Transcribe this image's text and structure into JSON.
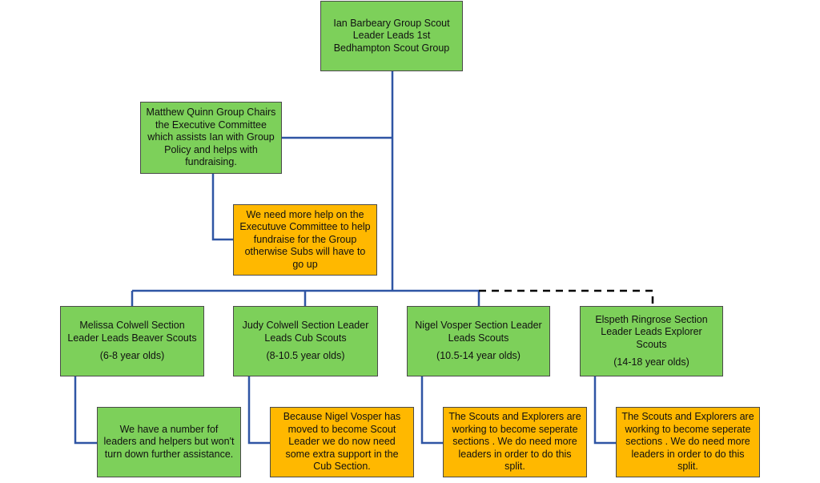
{
  "colors": {
    "leader_box": "#7dd05a",
    "note_box": "#ffb800",
    "connector": "#2f55a4",
    "dashed_connector": "#000000"
  },
  "top": {
    "text": "Ian Barbeary Group Scout Leader Leads 1st Bedhampton Scout Group"
  },
  "chair": {
    "text": "Matthew Quinn Group Chairs the Executive Committee which assists Ian with Group Policy and helps with fundraising."
  },
  "chair_note": {
    "text": "We need more help on the Executuve Committee to help fundraise for the Group otherwise Subs will have to go up"
  },
  "sections": [
    {
      "leader": "Melissa Colwell Section Leader Leads  Beaver Scouts",
      "ages": "(6-8 year olds)",
      "note": "We have a number fof leaders and helpers but won't turn down further assistance."
    },
    {
      "leader": "Judy Colwell Section Leader Leads Cub Scouts",
      "ages": "(8-10.5 year olds)",
      "note": "Because Nigel Vosper has moved to become Scout Leader we do now need some extra support in the Cub Section."
    },
    {
      "leader": "Nigel Vosper Section Leader Leads Scouts",
      "ages": "(10.5-14 year olds)",
      "note": "The Scouts and Explorers are working to become seperate sections .  We do need more leaders in order to do this split."
    },
    {
      "leader": "Elspeth Ringrose Section Leader Leads Explorer Scouts",
      "ages": "(14-18 year olds)",
      "note": "The Scouts and Explorers are working to become seperate sections .  We do need more leaders in order to do this split."
    }
  ]
}
